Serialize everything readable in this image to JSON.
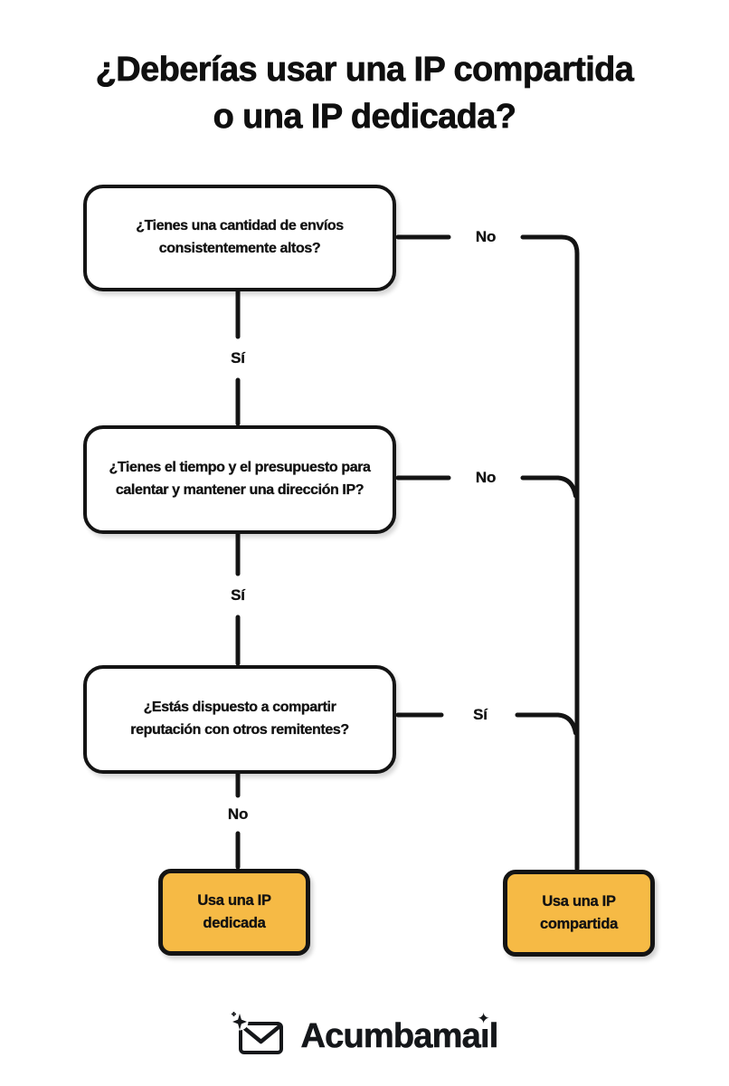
{
  "title": {
    "line1": "¿Deberías usar una IP compartida",
    "line2": "o una IP dedicada?"
  },
  "flow": {
    "questions": [
      {
        "lines": [
          "¿Tienes una cantidad de envíos",
          "consistentemente altos?"
        ],
        "down_label": "Sí",
        "side_label": "No"
      },
      {
        "lines": [
          "¿Tienes el tiempo y el presupuesto para",
          "calentar y mantener una dirección IP?"
        ],
        "down_label": "Sí",
        "side_label": "No"
      },
      {
        "lines": [
          "¿Estás dispuesto a compartir",
          "reputación con otros remitentes?"
        ],
        "down_label": "No",
        "side_label": "Sí"
      }
    ],
    "outcomes": [
      {
        "lines": [
          "Usa una IP",
          "dedicada"
        ]
      },
      {
        "lines": [
          "Usa una IP",
          "compartida"
        ]
      }
    ]
  },
  "footer": {
    "brand": "Acumbamail",
    "sparkle_glyph": "✦"
  },
  "colors": {
    "accent_orange": "#F6BA45",
    "stroke_black": "#141414",
    "background": "#FFFFFF"
  }
}
